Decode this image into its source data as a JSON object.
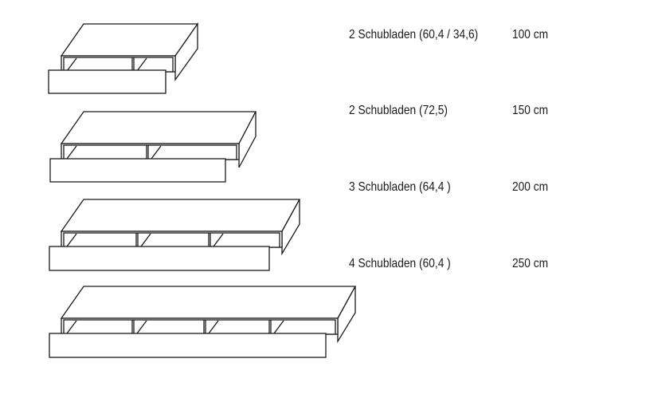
{
  "colors": {
    "line": "#1a1a1a",
    "background": "#ffffff"
  },
  "variants": [
    {
      "drawers": 2,
      "description": "2 Schubladen (60,4 / 34,6)",
      "width": "100 cm"
    },
    {
      "drawers": 2,
      "description": "2 Schubladen (72,5)",
      "width": "150 cm"
    },
    {
      "drawers": 3,
      "description": "3 Schubladen (64,4 )",
      "width": "200 cm"
    },
    {
      "drawers": 4,
      "description": "4 Schubladen (60,4 )",
      "width": "250 cm"
    }
  ]
}
